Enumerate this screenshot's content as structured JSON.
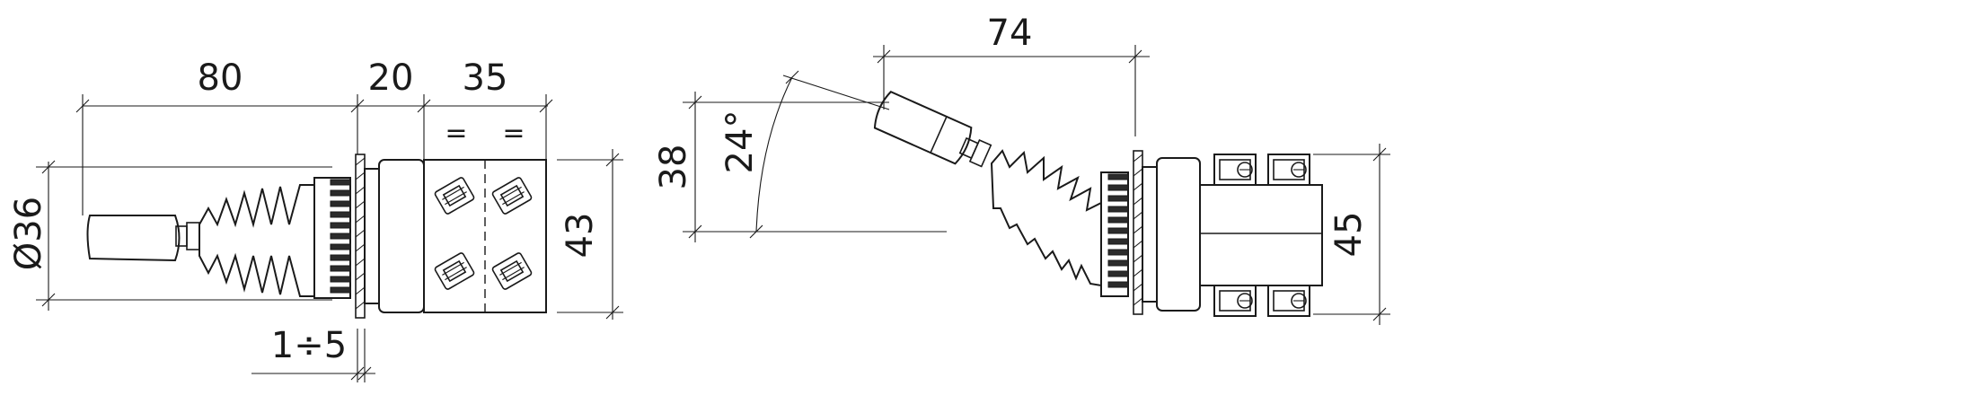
{
  "left_view": {
    "dim_handle_length": "80",
    "dim_flange": "20",
    "dim_body": "35",
    "dim_diameter": "Ø36",
    "dim_height": "43",
    "dim_panel": "1÷5",
    "equal_marks": [
      "=",
      "="
    ]
  },
  "right_view": {
    "dim_lever_reach": "74",
    "dim_lever_height": "38",
    "dim_angle": "24°",
    "dim_height": "45"
  }
}
